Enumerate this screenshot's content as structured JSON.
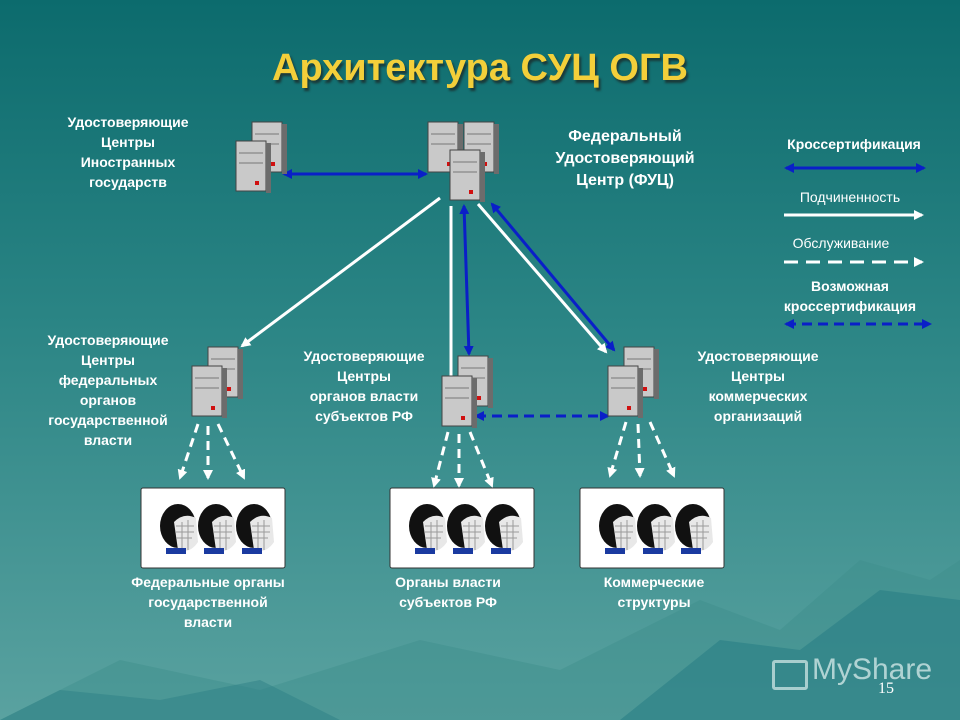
{
  "title": "Архитектура СУЦ ОГВ",
  "labels": {
    "foreign_ca": [
      "Удостоверяющие",
      "Центры",
      "Иностранных",
      "государств"
    ],
    "fuc": [
      "Федеральный",
      "Удостоверяющий",
      "Центр (ФУЦ)"
    ],
    "federal_ca": [
      "Удостоверяющие",
      "Центры",
      "федеральных",
      "органов",
      "государственной",
      "власти"
    ],
    "regional_ca": [
      "Удостоверяющие",
      "Центры",
      "органов власти",
      "субъектов РФ"
    ],
    "commercial_ca": [
      "Удостоверяющие",
      "Центры",
      "коммерческих",
      "организаций"
    ],
    "federal_users": [
      "Федеральные органы",
      "государственной",
      "власти"
    ],
    "regional_users": [
      "Органы власти",
      "субъектов РФ"
    ],
    "commercial_users": [
      "Коммерческие",
      "структуры"
    ]
  },
  "legend": {
    "cross_certification": "Кроссертификация",
    "subordination": "Подчиненность",
    "service": "Обслуживание",
    "possible_cross_certification": [
      "Возможная",
      "кроссертификация"
    ]
  },
  "colors": {
    "title": "#f3cf3a",
    "cross_line": "#0a1fc8",
    "sub_line": "#ffffff",
    "background": "#2b8585"
  },
  "icons": [
    "server-icon",
    "user-group-icon"
  ],
  "page_number": "15",
  "watermark": "MyShare"
}
